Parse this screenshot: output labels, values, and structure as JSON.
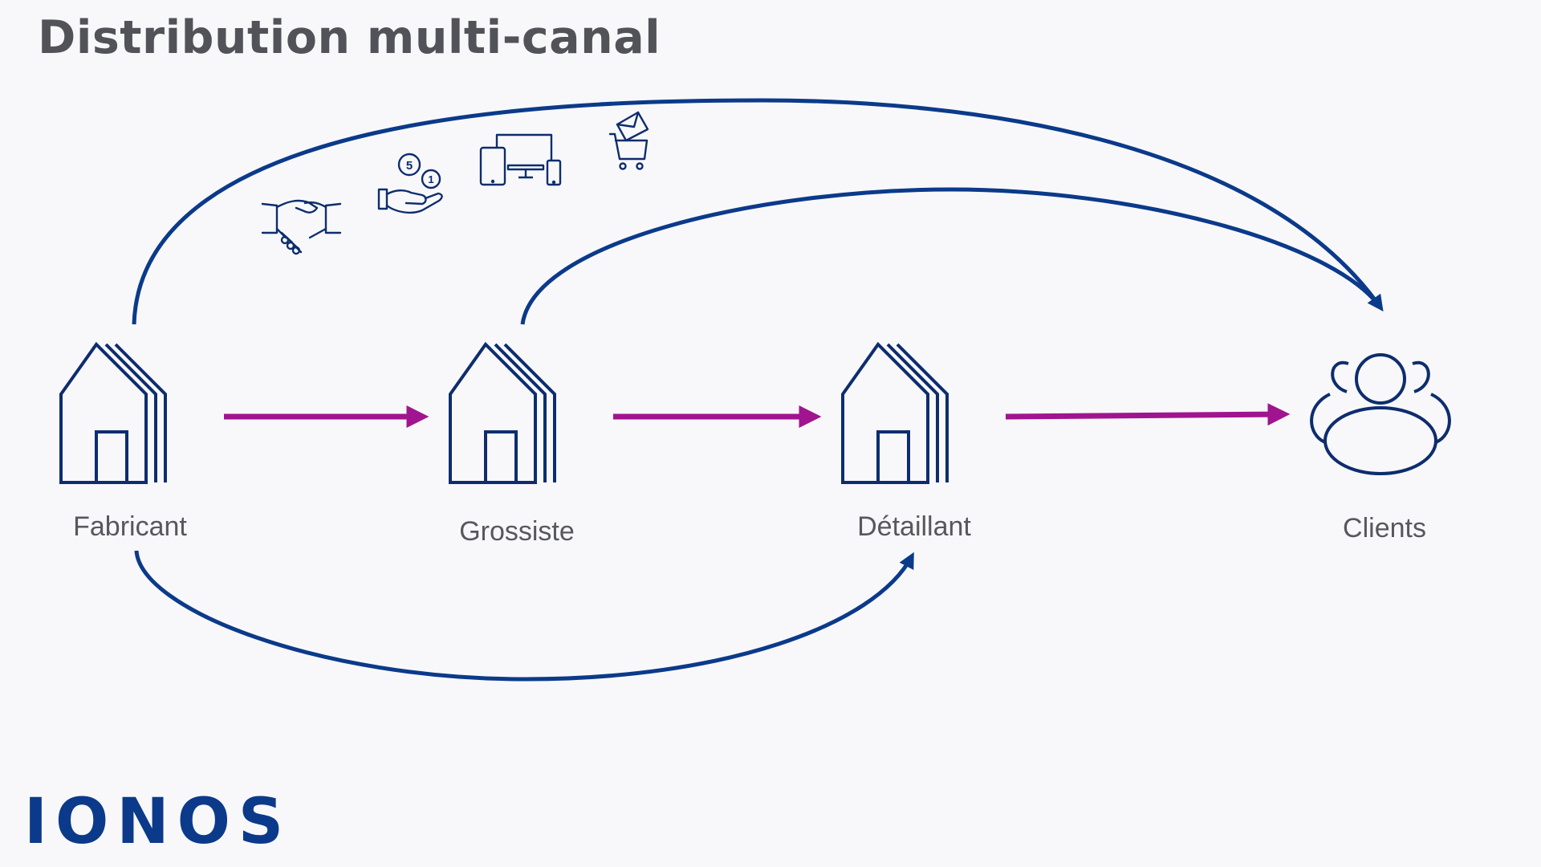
{
  "title": "Distribution multi-canal",
  "nodes": [
    {
      "id": "fabricant",
      "label": "Fabricant",
      "icon": "house-stack-icon"
    },
    {
      "id": "grossiste",
      "label": "Grossiste",
      "icon": "house-stack-icon"
    },
    {
      "id": "detaillant",
      "label": "Détaillant",
      "icon": "house-stack-icon"
    },
    {
      "id": "clients",
      "label": "Clients",
      "icon": "users-group-icon"
    }
  ],
  "edges": [
    {
      "from": "fabricant",
      "to": "grossiste",
      "kind": "direct"
    },
    {
      "from": "grossiste",
      "to": "detaillant",
      "kind": "direct"
    },
    {
      "from": "detaillant",
      "to": "clients",
      "kind": "direct"
    },
    {
      "from": "fabricant",
      "to": "clients",
      "kind": "arc"
    },
    {
      "from": "grossiste",
      "to": "clients",
      "kind": "arc"
    },
    {
      "from": "fabricant",
      "to": "detaillant",
      "kind": "arc"
    }
  ],
  "channel_icons": [
    {
      "name": "handshake-icon"
    },
    {
      "name": "coins-hand-icon",
      "coins": [
        "5",
        "1"
      ]
    },
    {
      "name": "devices-icon"
    },
    {
      "name": "shopping-cart-mail-icon"
    }
  ],
  "logo": "IONOS",
  "colors": {
    "navy": "#0d2d6e",
    "arc_blue": "#0b3a8a",
    "magenta": "#a0158f",
    "title_gray": "#525358",
    "label_gray": "#57585d",
    "background": "#f8f8fa"
  }
}
